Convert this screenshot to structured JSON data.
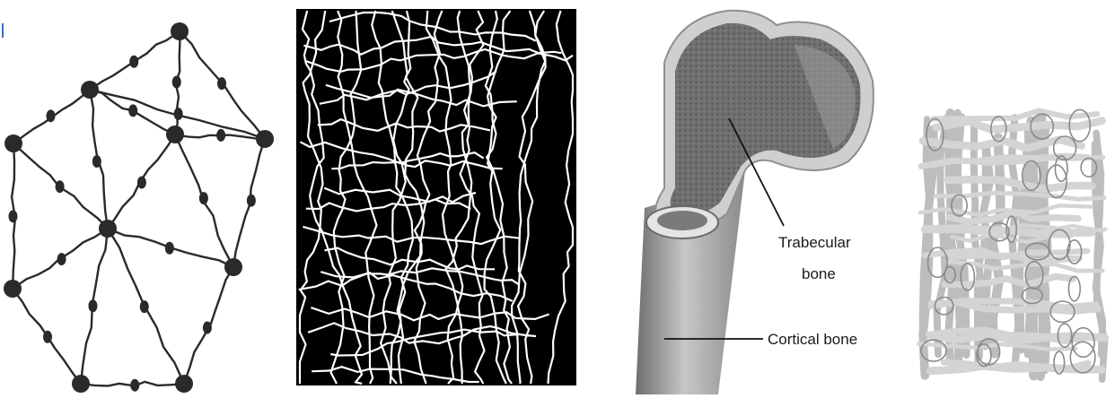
{
  "panels": {
    "network": {
      "title": ""
    },
    "texture": {
      "title": ""
    },
    "femur": {
      "labels": {
        "trabecular_line1": "Trabecular",
        "trabecular_line2": "bone",
        "cortical": "Cortical bone"
      }
    },
    "cube": {
      "title": ""
    }
  },
  "colors": {
    "ink": "#2a2a2a",
    "texture_bg": "#000000",
    "texture_line": "#ffffff",
    "bone_shaft": "#9a9a9a",
    "bone_head": "#7c7c7c",
    "cortical_rim": "#d9d9d9",
    "cube_fill": "#cfcfcf"
  }
}
